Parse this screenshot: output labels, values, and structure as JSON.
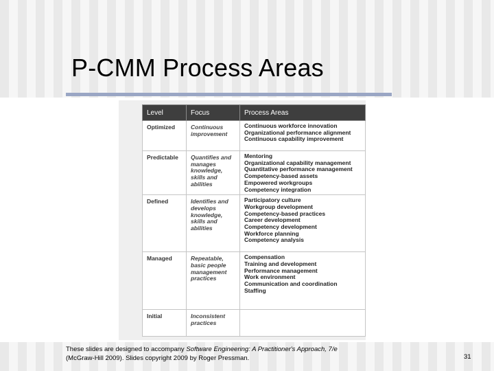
{
  "title": "P-CMM Process Areas",
  "table": {
    "headers": [
      "Level",
      "Focus",
      "Process Areas"
    ],
    "rows": [
      {
        "level": "Optimized",
        "focus": [
          "Continuous",
          "improvement"
        ],
        "areas": [
          "Continuous workforce innovation",
          "Organizational performance alignment",
          "Continuous capability improvement"
        ]
      },
      {
        "level": "Predictable",
        "focus": [
          "Quantifies and",
          "manages",
          "knowledge,",
          "skills and",
          "abilities"
        ],
        "areas": [
          "Mentoring",
          "Organizational capability management",
          "Quantitative performance management",
          "Competency-based assets",
          "Empowered workgroups",
          "Competency integration"
        ]
      },
      {
        "level": "Defined",
        "focus": [
          "Identifies and",
          "develops",
          "knowledge,",
          "skills and",
          "abilities"
        ],
        "areas": [
          "Participatory culture",
          "Workgroup development",
          "Competency-based practices",
          "Career development",
          "Competency development",
          "Workforce planning",
          "Competency analysis"
        ]
      },
      {
        "level": "Managed",
        "focus": [
          "Repeatable,",
          "basic people",
          "management",
          "practices"
        ],
        "areas": [
          "Compensation",
          "Training and development",
          "Performance management",
          "Work environment",
          "Communication and coordination",
          "Staffing"
        ]
      },
      {
        "level": "Initial",
        "focus": [
          "Inconsistent",
          "practices"
        ],
        "areas": []
      }
    ]
  },
  "footer": {
    "prefix": "These slides are designed to accompany ",
    "book": "Software Engineering: A Practitioner's Approach, 7/e",
    "line2": "(McGraw-Hill 2009). Slides copyright 2009 by Roger Pressman."
  },
  "page_number": "31"
}
